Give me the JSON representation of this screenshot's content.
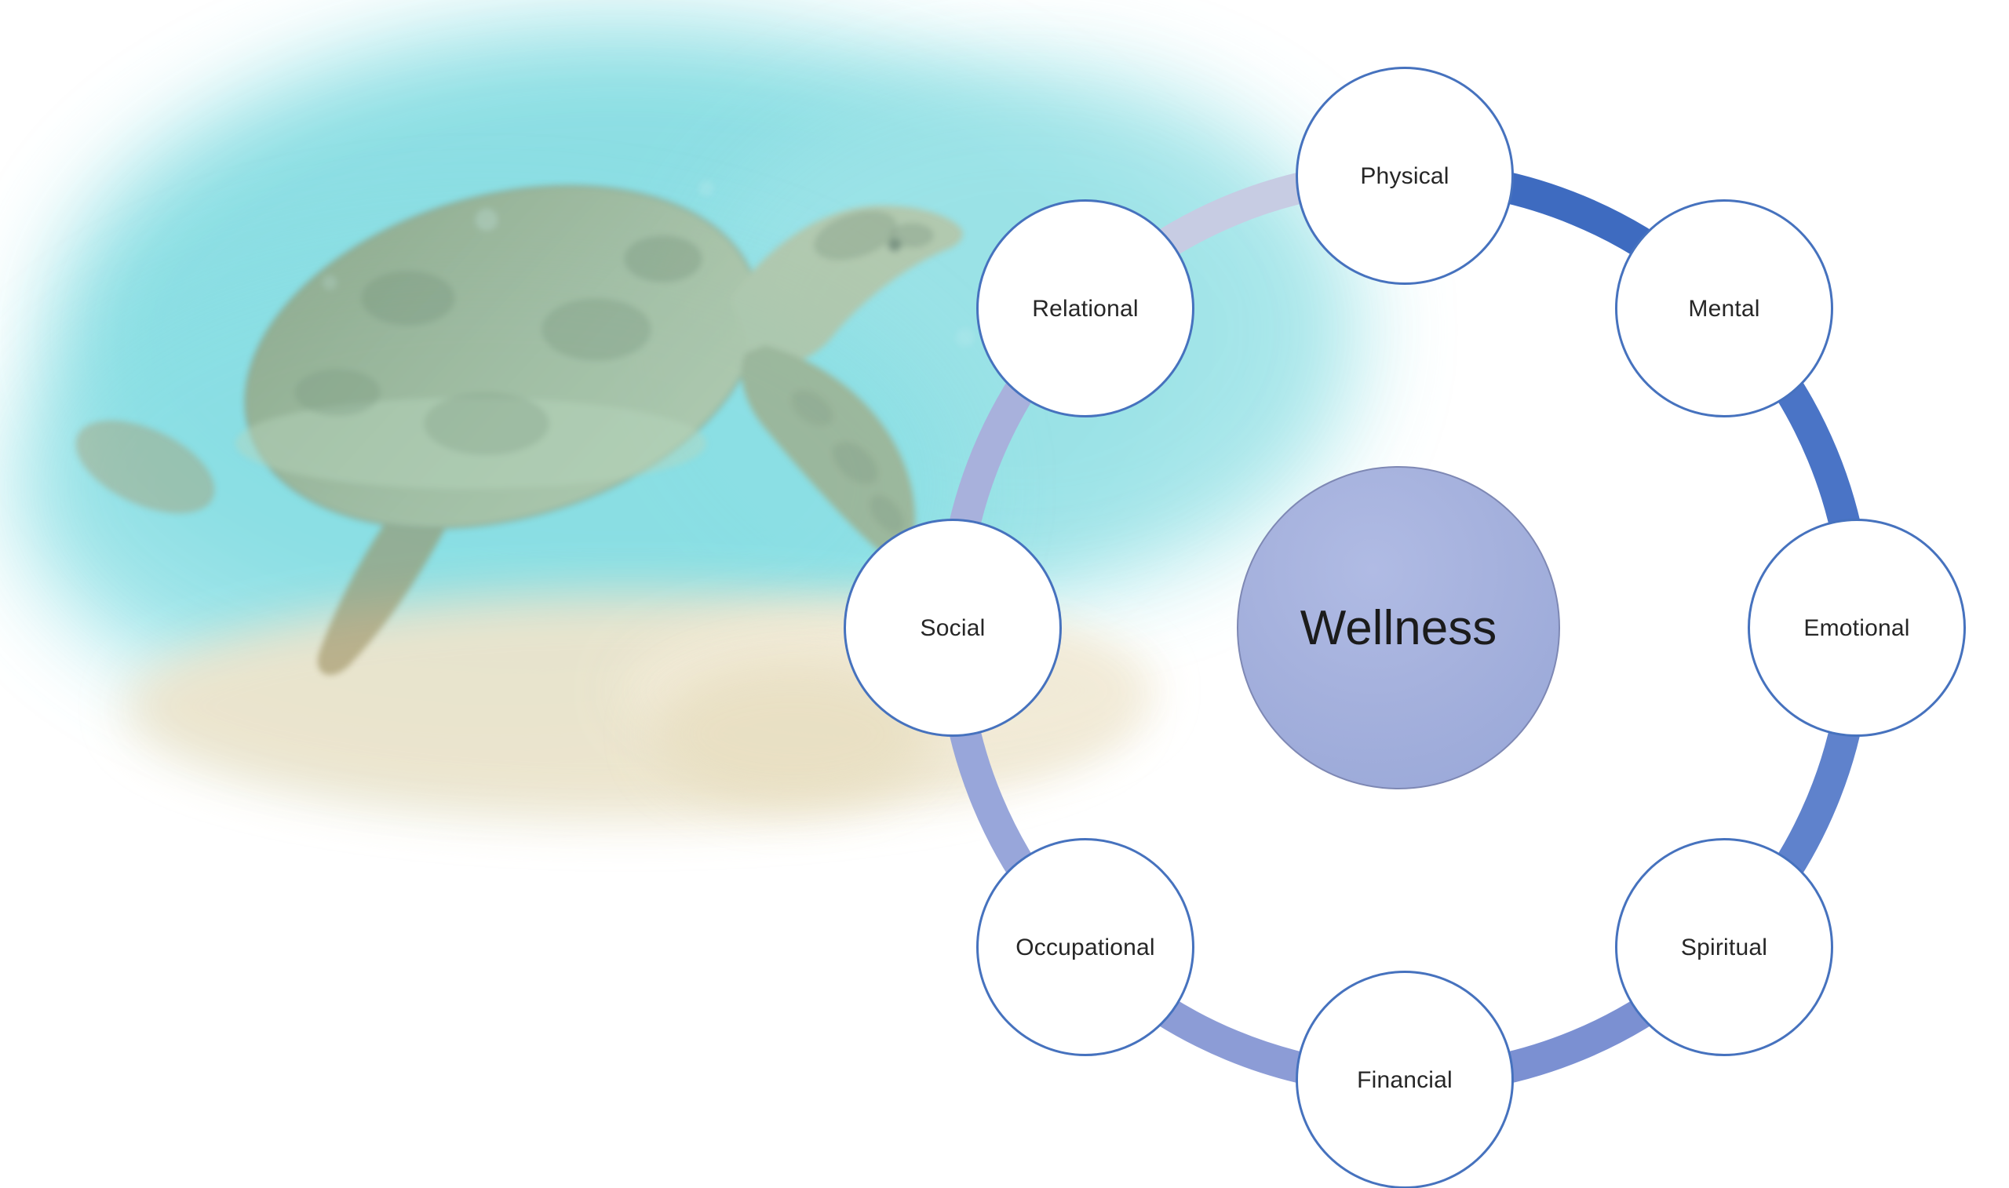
{
  "diagram": {
    "type": "cycle",
    "center": {
      "label": "Wellness"
    },
    "nodes": [
      {
        "label": "Physical"
      },
      {
        "label": "Mental"
      },
      {
        "label": "Emotional"
      },
      {
        "label": "Spiritual"
      },
      {
        "label": "Financial"
      },
      {
        "label": "Occupational"
      },
      {
        "label": "Social"
      },
      {
        "label": "Relational"
      }
    ]
  },
  "ring": {
    "segment_colors": [
      "#3E6BC0",
      "#4A74C6",
      "#5F82CC",
      "#7B90D2",
      "#8C9CD6",
      "#98A6DA",
      "#A8B1DC",
      "#C7CCE3"
    ]
  },
  "colors": {
    "node_border": "#4672BE",
    "node_fill": "#FFFFFF",
    "node_label": "#262626",
    "center_fill_light": "#B0BBE4",
    "center_fill_dark": "#97A6D7",
    "center_label": "#1B1B1B",
    "water_turquoise": "#8ADFE4",
    "sand": "#EEE6CF"
  },
  "background": {
    "photo_subject": "sea-turtle-swimming-underwater"
  }
}
